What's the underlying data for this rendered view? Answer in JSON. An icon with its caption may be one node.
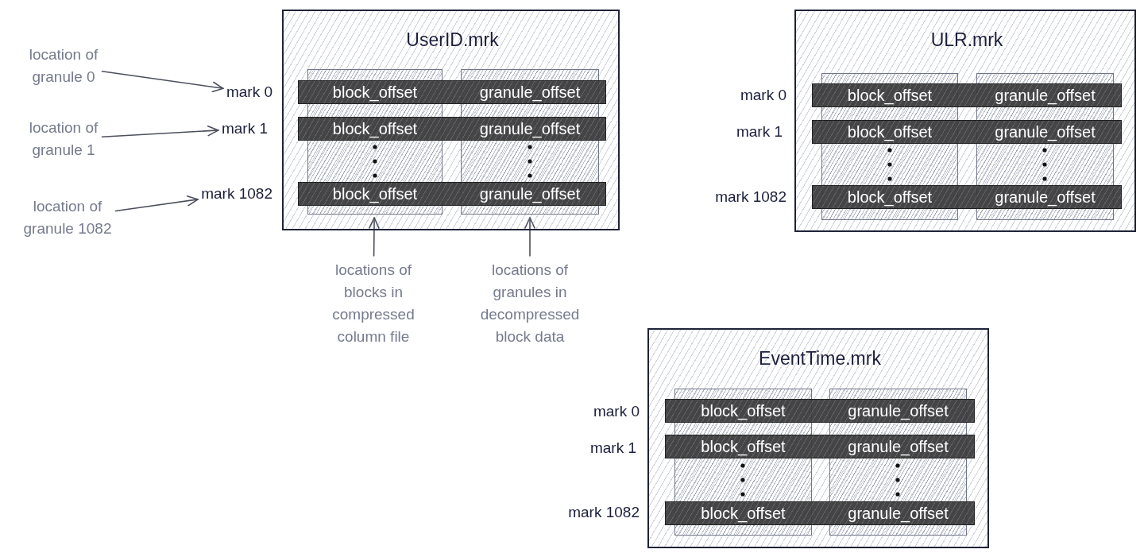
{
  "diagram": {
    "nodes": [
      {
        "text": [
          "location of granule 0"
        ]
      },
      {
        "text": [
          "location of granule 1"
        ]
      },
      {
        "text": [
          "location of granule 1082"
        ]
      },
      {
        "text": [
          "mark 0"
        ]
      },
      {
        "text": [
          "mark 1"
        ]
      },
      {
        "text": [
          "mark 1082"
        ]
      },
      {
        "text": [
          "UserID.mrk"
        ]
      },
      {
        "text": [],
        "shape": "box",
        "in": 6
      },
      {
        "text": [],
        "shape": "box",
        "in": 6
      },
      {
        "text": [
          "block_offset",
          "granule_offset"
        ],
        "in": 6
      },
      {
        "text": [
          "block_offset",
          "granule_offset"
        ],
        "in": 6
      },
      {
        "text": [
          "block_offset",
          "granule_offset"
        ],
        "in": 6
      },
      {
        "text": [
          "ULR.mrk"
        ]
      },
      {
        "text": [],
        "shape": "box",
        "in": 12
      },
      {
        "text": [],
        "shape": "box",
        "in": 12
      },
      {
        "text": [
          "block_offset",
          "granule_offset"
        ],
        "in": 12
      },
      {
        "text": [
          "block_offset",
          "granule_offset"
        ],
        "in": 12
      },
      {
        "text": [
          "block_offset",
          "granule_offset"
        ],
        "in": 12
      },
      {
        "text": [
          "locations of blocks in compressed column file"
        ]
      },
      {
        "text": [
          "locations of granules in decompressed block data"
        ]
      },
      {
        "text": [
          "EventTime.mrk"
        ]
      },
      {
        "text": [],
        "shape": "box",
        "in": 20
      },
      {
        "text": [],
        "shape": "box",
        "in": 20
      },
      {
        "text": [
          "block_offset",
          "granule_offset"
        ],
        "in": 20
      },
      {
        "text": [
          "block_offset",
          "granule_offset"
        ],
        "in": 20
      },
      {
        "text": [
          "block_offset",
          "granule_offset"
        ],
        "in": 20
      }
    ],
    "edges": [
      {
        "from": 0,
        "to": 3,
        "arrow": "to"
      },
      {
        "from": 1,
        "to": 4,
        "arrow": "to"
      },
      {
        "from": 2,
        "to": 5,
        "arrow": "to"
      },
      {
        "from": 18,
        "to": 7,
        "arrow": "to"
      },
      {
        "from": 19,
        "to": 8,
        "arrow": "to"
      }
    ],
    "labels": [
      "mark 0",
      "mark 1",
      "mark 1082",
      "mark 0",
      "mark 1",
      "mark 1082"
    ]
  }
}
